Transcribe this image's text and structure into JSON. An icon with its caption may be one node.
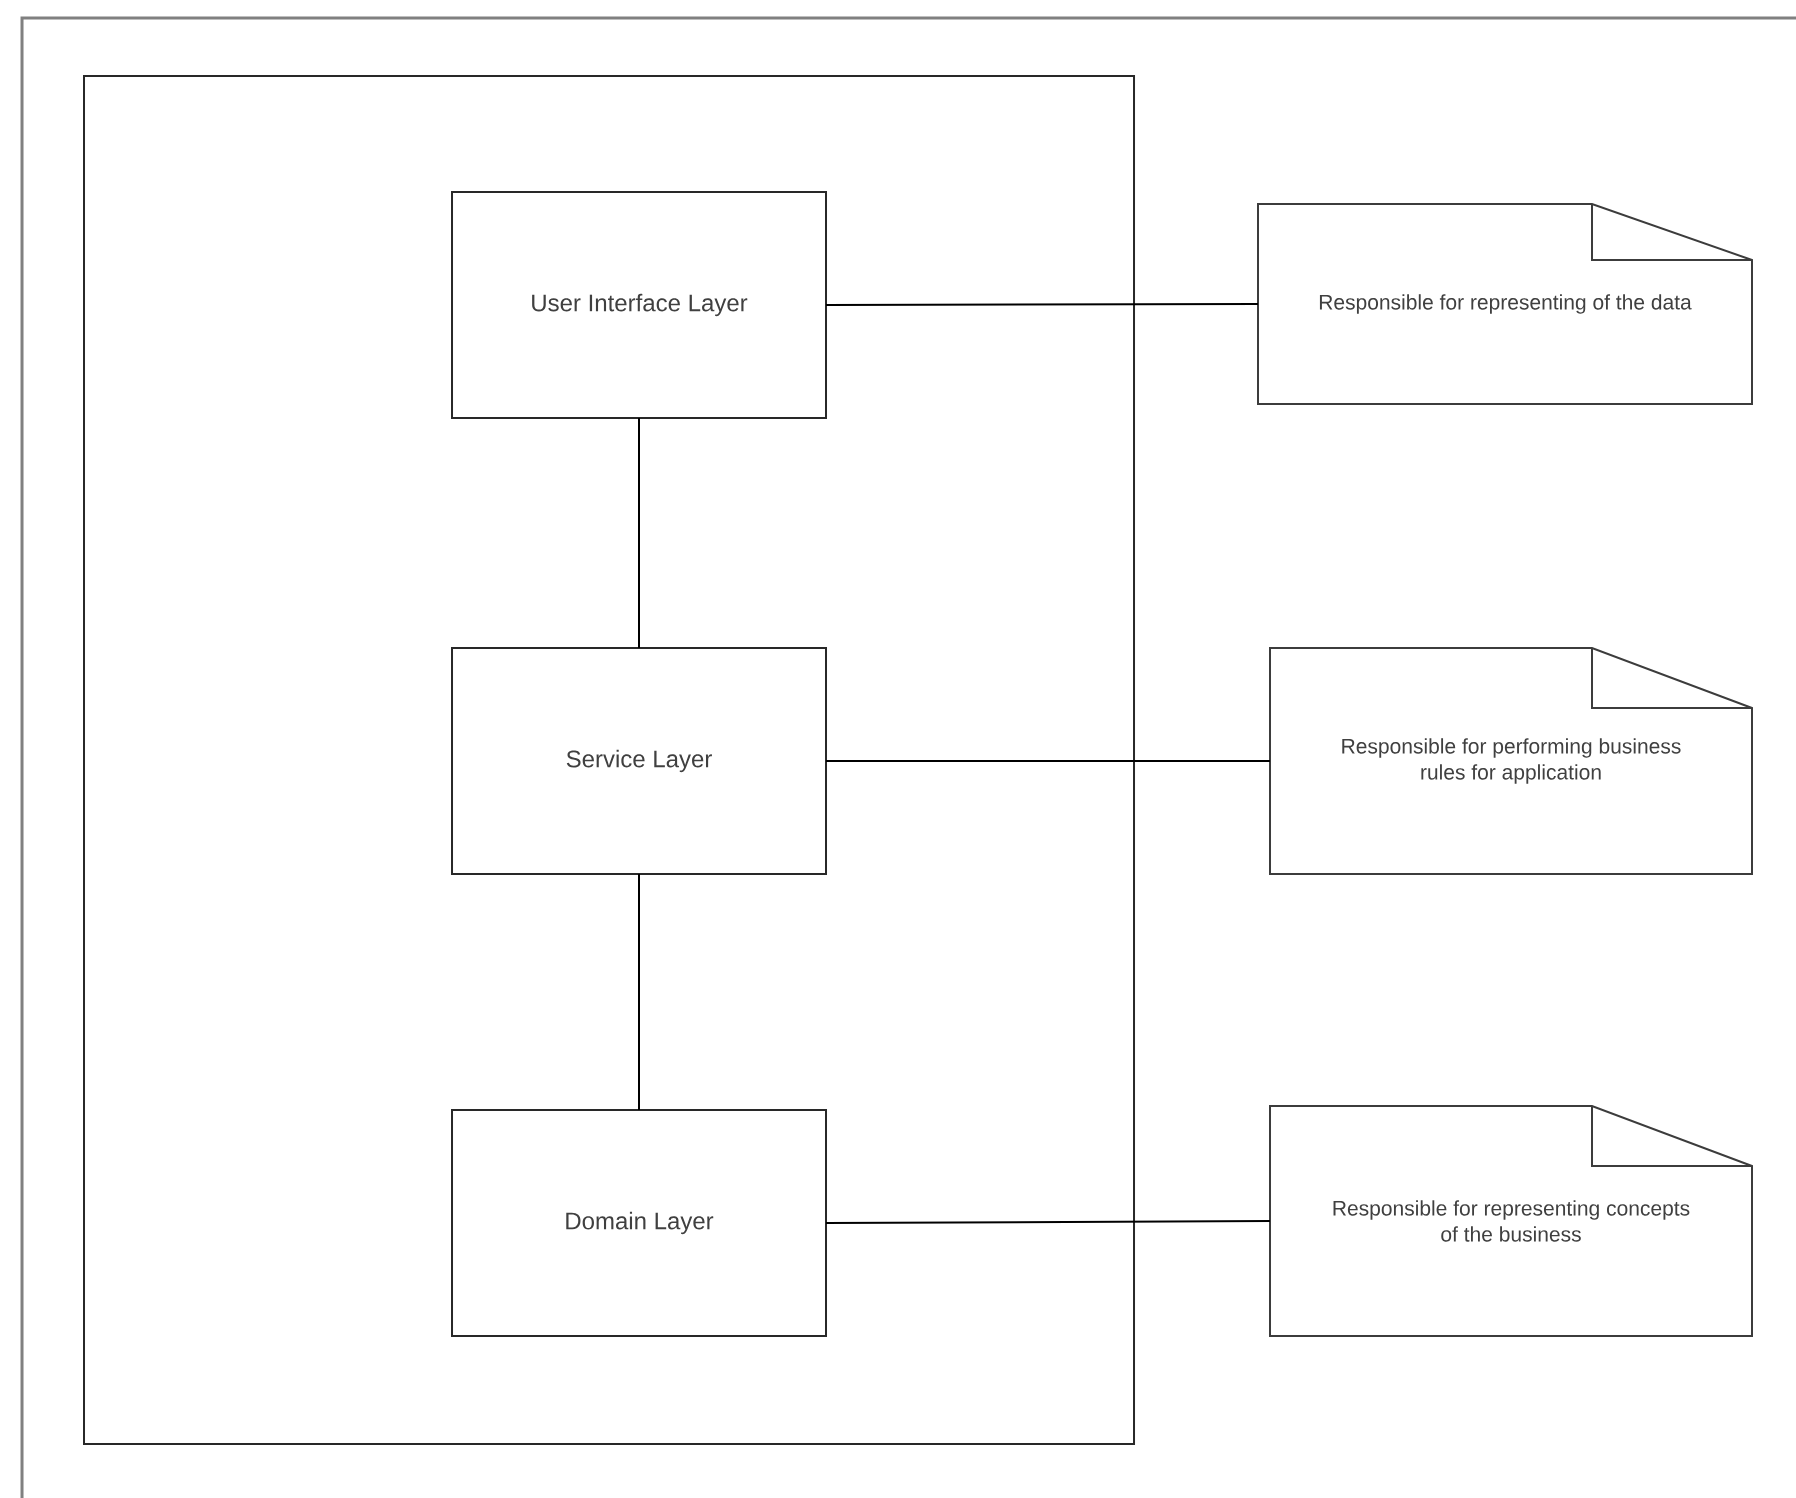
{
  "diagram": {
    "nodes": [
      {
        "text": [],
        "shape": "box"
      },
      {
        "text": [
          "User Interface Layer"
        ],
        "in": 0
      },
      {
        "text": [
          "Service Layer"
        ],
        "in": 0
      },
      {
        "text": [
          "Domain Layer"
        ],
        "in": 0
      },
      {
        "text": [
          "Responsible for representing of the data"
        ]
      },
      {
        "text": [
          "Responsible for performing business rules for application"
        ]
      },
      {
        "text": [
          "Responsible for representing concepts of the business"
        ]
      }
    ],
    "edges": [
      {
        "from": 1,
        "to": 2,
        "arrow": "none"
      },
      {
        "from": 2,
        "to": 3,
        "arrow": "none"
      },
      {
        "from": 1,
        "to": 4,
        "arrow": "none"
      },
      {
        "from": 2,
        "to": 5,
        "arrow": "none"
      },
      {
        "from": 3,
        "to": 6,
        "arrow": "none"
      }
    ]
  }
}
